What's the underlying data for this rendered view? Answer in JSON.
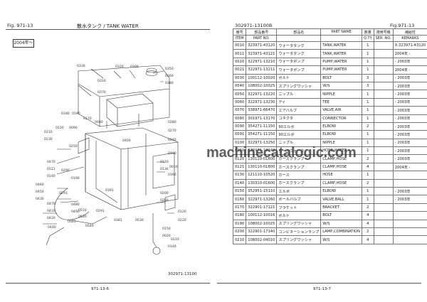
{
  "left_page": {
    "fig_label": "Fig. 971-13",
    "title": "散水タンク / TANK WATER",
    "year_tag": "2004年～",
    "diagram_number": "302971-13100",
    "footer": "971-13-6",
    "callouts": [
      "0330",
      "0320",
      "0350",
      "0360",
      "0380",
      "0310",
      "0300",
      "0370",
      "0180",
      "0190",
      "0170",
      "0040",
      "0220",
      "0090",
      "0280",
      "0270",
      "0240",
      "0210",
      "0230",
      "0250",
      "0400",
      "0100",
      "0010",
      "0290",
      "0160",
      "0120",
      "0130",
      "0291",
      "0470",
      "0121",
      "0190",
      "0140",
      "0391",
      "0460",
      "0450",
      "0200",
      "0260",
      "0430",
      "0470",
      "0410",
      "0420",
      "0480",
      "0490",
      "0291",
      "0440",
      "0021",
      "0510",
      "0520",
      "0540",
      "0381",
      "0530",
      "0120",
      "0220",
      "0150",
      "0020",
      "0110",
      "0140"
    ]
  },
  "right_page": {
    "code": "302971-13100B",
    "fig_label": "Fig.971-13",
    "footer": "971-13-7",
    "headers": {
      "item_jp": "番号",
      "item_en": "ITEM",
      "partno_jp": "部品番号",
      "partno_en": "PART NO.",
      "name_jp": "部品名",
      "name_en": "PART NAME",
      "qty_jp": "数量",
      "qty_en": "Q.TY",
      "serial_jp": "適用号機",
      "serial_en": "SER .NO.",
      "remarks_jp": "補給性",
      "remarks_en": "REMARKS"
    },
    "rows": [
      {
        "item": "0010",
        "part_no": "323971-43120",
        "jp": "ウォータタンク",
        "name": "TANK,WATER",
        "qty": "1",
        "serial": "",
        "remarks": "X:323971-43120"
      },
      {
        "item": "0011",
        "part_no": "323971-43121",
        "jp": "ウォータタンク",
        "name": "TANK,WATER",
        "qty": "1",
        "serial": "",
        "remarks": "2004年 -"
      },
      {
        "item": "0020",
        "part_no": "322971-13210",
        "jp": "ウォータポンプ",
        "name": "PUMP,WATER",
        "qty": "1",
        "serial": "",
        "remarks": "- 2003年"
      },
      {
        "item": "0021",
        "part_no": "322971-13211",
        "jp": "ウォータポンプ",
        "name": "PUMP,WATER",
        "qty": "1",
        "serial": "",
        "remarks": "2004年 -"
      },
      {
        "item": "0030",
        "part_no": "100112-10020",
        "jp": "ボルト",
        "name": "BOLT",
        "qty": "3",
        "serial": "",
        "remarks": "- 2003年"
      },
      {
        "item": "0040",
        "part_no": "108002-10025",
        "jp": "スプリングワッシャ",
        "name": "W/S",
        "qty": "3",
        "serial": "",
        "remarks": "- 2003年"
      },
      {
        "item": "0050",
        "part_no": "322971-13220",
        "jp": "ニップル",
        "name": "NIPPLE",
        "qty": "1",
        "serial": "",
        "remarks": "- 2003年"
      },
      {
        "item": "0060",
        "part_no": "322971-13230",
        "jp": "ティ",
        "name": "TEE",
        "qty": "1",
        "serial": "",
        "remarks": "- 2003年"
      },
      {
        "item": "0070",
        "part_no": "338971-66470",
        "jp": "エアバルブ",
        "name": "VALVE,AIR",
        "qty": "1",
        "serial": "",
        "remarks": "- 2003年"
      },
      {
        "item": "0080",
        "part_no": "301971-13170",
        "jp": "コネクタ",
        "name": "CONNECTOR",
        "qty": "1",
        "serial": "",
        "remarks": "- 2003年"
      },
      {
        "item": "0090",
        "part_no": "354271-11150",
        "jp": "90エルボ",
        "name": "ELBOW",
        "qty": "2",
        "serial": "",
        "remarks": "- 2003年"
      },
      {
        "item": "0091",
        "part_no": "354271-11150",
        "jp": "90エルボ",
        "name": "ELBOW",
        "qty": "1",
        "serial": "",
        "remarks": "- 2003年"
      },
      {
        "item": "0100",
        "part_no": "322971-13250",
        "jp": "ニップル",
        "name": "NIPPLE",
        "qty": "1",
        "serial": "",
        "remarks": "- 2003年"
      },
      {
        "item": "0110",
        "part_no": "322971-13240",
        "jp": "ホースウォータ",
        "name": "HOSE,WATER",
        "qty": "1",
        "serial": "",
        "remarks": "- 2003年"
      },
      {
        "item": "0120",
        "part_no": "130110-01800",
        "jp": "ホースクランプ",
        "name": "CLAMP,HOSE",
        "qty": "2",
        "serial": "",
        "remarks": "- 2003年"
      },
      {
        "item": "0121",
        "part_no": "130110-01800",
        "jp": "ホースクランプ",
        "name": "CLAMP,HOSE",
        "qty": "4",
        "serial": "",
        "remarks": "2004年 -"
      },
      {
        "item": "0130",
        "part_no": "121110-10520",
        "jp": "ホース",
        "name": "HOSE",
        "qty": "1",
        "serial": "",
        "remarks": ""
      },
      {
        "item": "0140",
        "part_no": "130310-01600",
        "jp": "ホースクランプ",
        "name": "CLAMP,HOSE",
        "qty": "2",
        "serial": "",
        "remarks": ""
      },
      {
        "item": "0150",
        "part_no": "352951-15110",
        "jp": "エルボ",
        "name": "ELBOW",
        "qty": "1",
        "serial": "",
        "remarks": "- 2003年"
      },
      {
        "item": "0160",
        "part_no": "322971-13260",
        "jp": "ボールバルブ",
        "name": "VALVE,BALL",
        "qty": "1",
        "serial": "",
        "remarks": "- 2003年"
      },
      {
        "item": "0170",
        "part_no": "322901-17121",
        "jp": "ブラケット",
        "name": "BRACKET",
        "qty": "2",
        "serial": "",
        "remarks": ""
      },
      {
        "item": "0180",
        "part_no": "100112-10016",
        "jp": "ボルト",
        "name": "BOLT",
        "qty": "4",
        "serial": "",
        "remarks": ""
      },
      {
        "item": "0190",
        "part_no": "108002-10025",
        "jp": "スプリングワッシャ",
        "name": "W/S",
        "qty": "4",
        "serial": "",
        "remarks": ""
      },
      {
        "item": "0200",
        "part_no": "322901-17140",
        "jp": "コンビネーションランプ",
        "name": "LAMP,COMBINATION",
        "qty": "2",
        "serial": "",
        "remarks": ""
      },
      {
        "item": "0210",
        "part_no": "108002-04010",
        "jp": "スプリングワッシャ",
        "name": "W/S",
        "qty": "4",
        "serial": "",
        "remarks": ""
      }
    ]
  },
  "watermark": "machinecatalogic.com"
}
